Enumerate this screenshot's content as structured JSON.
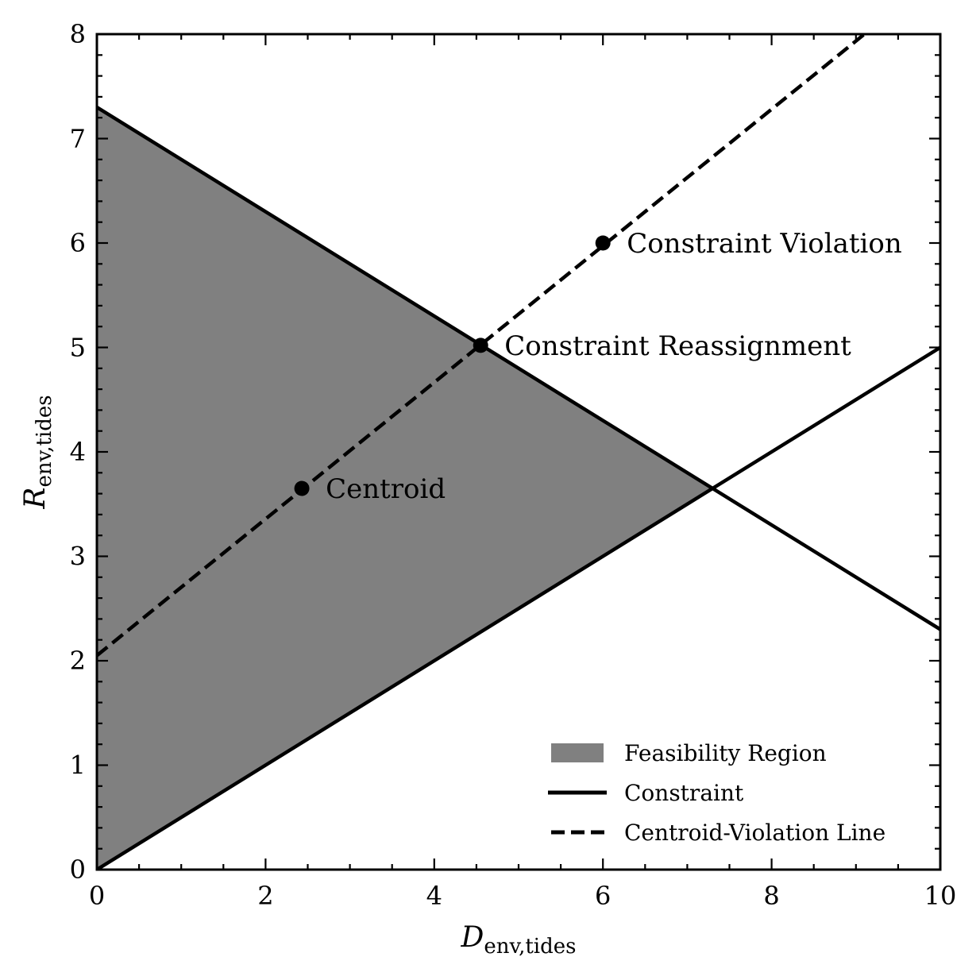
{
  "chart_data": {
    "type": "line",
    "xlabel": {
      "main": "D",
      "sub": "env,tides"
    },
    "ylabel": {
      "main": "R",
      "sub": "env,tides"
    },
    "xlim": [
      0,
      10
    ],
    "ylim": [
      0,
      8
    ],
    "xticks": [
      0,
      2,
      4,
      6,
      8,
      10
    ],
    "yticks": [
      0,
      1,
      2,
      3,
      4,
      5,
      6,
      7,
      8
    ],
    "x_minor_step": 0.5,
    "y_minor_step": 0.2,
    "grid": false,
    "legend_position": "lower-right",
    "fill_color": "#808080",
    "line_color": "#000000",
    "feasibility_region": [
      [
        0,
        0
      ],
      [
        0,
        7.3
      ],
      [
        7.3,
        3.65
      ]
    ],
    "constraints": [
      {
        "points": [
          [
            0,
            7.3
          ],
          [
            10,
            2.3
          ]
        ]
      },
      {
        "points": [
          [
            0,
            0
          ],
          [
            10,
            5
          ]
        ]
      }
    ],
    "centroid_violation_line": {
      "points": [
        [
          0,
          2.05
        ],
        [
          9.1,
          8.0
        ]
      ]
    },
    "annotated_points": [
      {
        "label": "Centroid",
        "x": 2.43,
        "y": 3.65
      },
      {
        "label": "Constraint Reassignment",
        "x": 4.55,
        "y": 5.02
      },
      {
        "label": "Constraint Violation",
        "x": 6.0,
        "y": 6.0
      }
    ],
    "legend": [
      {
        "label": "Feasibility Region",
        "style": "patch"
      },
      {
        "label": "Constraint",
        "style": "solid"
      },
      {
        "label": "Centroid-Violation Line",
        "style": "dashed"
      }
    ]
  }
}
